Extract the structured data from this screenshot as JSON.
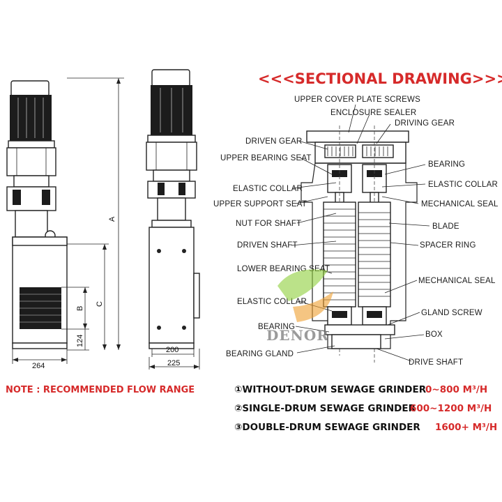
{
  "title": "<<<SECTIONAL DRAWING>>>",
  "watermark": "DENOR",
  "dimensions": {
    "a": "A",
    "b": "B",
    "c": "C",
    "d124": "124",
    "d264": "264",
    "d200": "200",
    "d225": "225"
  },
  "labels": {
    "upper_cover_plate_screws": "UPPER COVER PLATE SCREWS",
    "enclosure_sealer": "ENCLOSURE SEALER",
    "driving_gear": "DRIVING GEAR",
    "driven_gear": "DRIVEN GEAR",
    "upper_bearing_seat": "UPPER BEARING SEAT",
    "bearing_right": "BEARING",
    "elastic_collar_left_top": "ELASTIC COLLAR",
    "elastic_collar_right": "ELASTIC COLLAR",
    "upper_support_seat": "UPPER SUPPORT SEAT",
    "mechanical_seal_top": "MECHANICAL SEAL",
    "nut_for_shaft": "NUT FOR SHAFT",
    "blade": "BLADE",
    "driven_shaft": "DRIVEN SHAFT",
    "spacer_ring": "SPACER RING",
    "lower_bearing_seat": "LOWER BEARING SEAT",
    "mechanical_seal_bottom": "MECHANICAL SEAL",
    "elastic_collar_left_bottom": "ELASTIC COLLAR",
    "gland_screw": "GLAND SCREW",
    "bearing_left": "BEARING",
    "box": "BOX",
    "bearing_gland": "BEARING GLAND",
    "drive_shaft": "DRIVE SHAFT"
  },
  "note": "NOTE : RECOMMENDED FLOW RANGE",
  "flow_ranges": [
    {
      "label": "①WITHOUT-DRUM SEWAGE GRINDER",
      "range": "0~800  M³/H"
    },
    {
      "label": "②SINGLE-DRUM SEWAGE GRINDER",
      "range": "600~1200  M³/H"
    },
    {
      "label": "③DOUBLE-DRUM SEWAGE GRINDER",
      "range": "1600+ M³/H"
    }
  ],
  "colors": {
    "accent_red": "#d62a2a",
    "line": "#222222",
    "watermark_green": "#8fcf3c",
    "watermark_orange": "#f0a030"
  }
}
